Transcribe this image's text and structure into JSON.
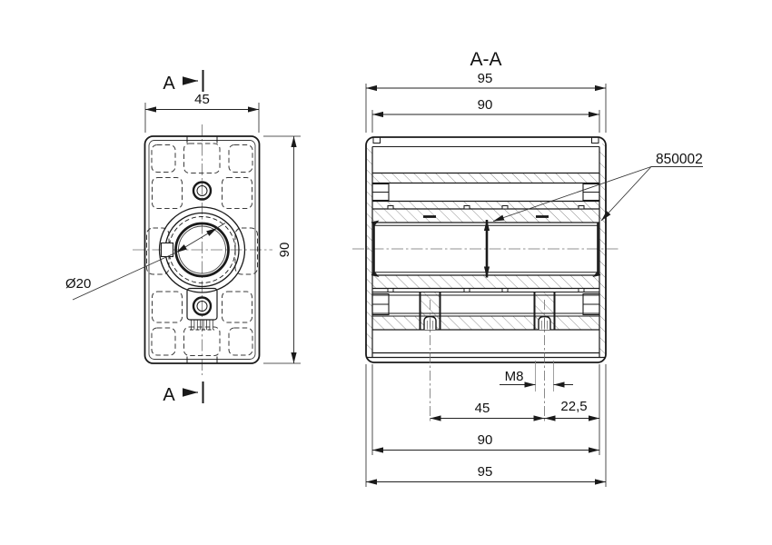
{
  "drawing": {
    "background": "#ffffff",
    "line_color": "#1a1a1a",
    "hatch_color": "#8f8f8f",
    "centerline_color": "#6e6e6e",
    "front_view": {
      "section_label": "A",
      "dim_width": "45",
      "dim_height": "90",
      "bore_label": "Ø20"
    },
    "section_view": {
      "title": "A-A",
      "dim_outer_top": "95",
      "dim_inner_top": "90",
      "part_number": "850002",
      "thread_label": "M8",
      "dim_screw_spacing": "45",
      "dim_edge_offset": "22,5",
      "dim_inner_bottom": "90",
      "dim_outer_bottom": "95"
    }
  }
}
